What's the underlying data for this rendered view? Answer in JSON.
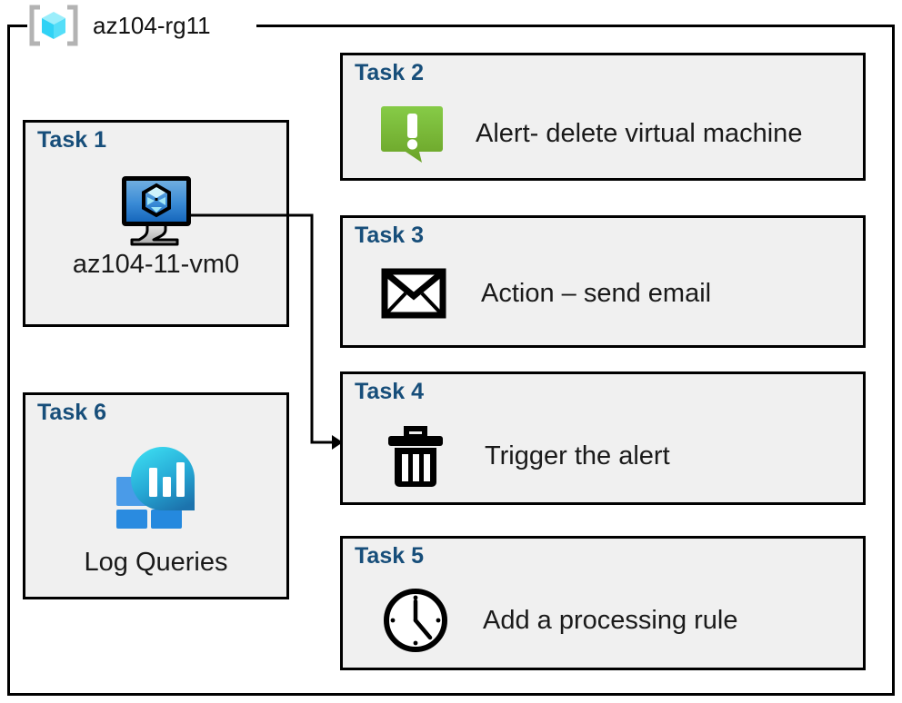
{
  "resource_group": {
    "label": "az104-rg11",
    "icon": "resource-group-cube-icon"
  },
  "colors": {
    "task_title": "#174E7A",
    "box_fill": "#F0F0F0",
    "box_border": "#000000",
    "alert_green_light": "#7DC242",
    "alert_green_dark": "#6AA52A",
    "vm_screen_light": "#5B9BD5",
    "vm_screen_dark": "#1E6FC4",
    "loganalytics_teal": "#33CEE8",
    "loganalytics_blue": "#1E7BB8",
    "loganalytics_square_light": "#4A9BE8",
    "loganalytics_square_dark": "#2A8BE0"
  },
  "tasks": [
    {
      "id": "task1",
      "title": "Task 1",
      "caption": "az104-11-vm0",
      "icon": "virtual-machine-monitor-icon",
      "text": ""
    },
    {
      "id": "task2",
      "title": "Task 2",
      "text": "Alert- delete virtual machine",
      "icon": "alert-speech-bubble-icon",
      "caption": ""
    },
    {
      "id": "task3",
      "title": "Task 3",
      "text": "Action – send email",
      "icon": "envelope-icon",
      "caption": ""
    },
    {
      "id": "task4",
      "title": "Task 4",
      "text": "Trigger the alert",
      "icon": "trash-can-icon",
      "caption": ""
    },
    {
      "id": "task5",
      "title": "Task 5",
      "text": "Add a processing rule",
      "icon": "clock-icon",
      "caption": ""
    },
    {
      "id": "task6",
      "title": "Task 6",
      "caption": "Log Queries",
      "icon": "log-analytics-icon",
      "text": ""
    }
  ],
  "connector": {
    "from": "task1-vm-icon",
    "to": "task4",
    "arrow": "arrowhead-right"
  }
}
